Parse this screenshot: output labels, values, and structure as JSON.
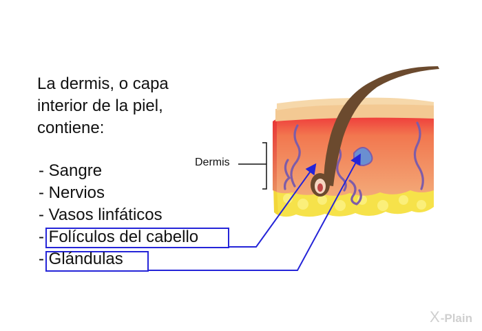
{
  "intro": {
    "line1": "La dermis, o capa",
    "line2": "interior de la piel,",
    "line3": "contiene:"
  },
  "list": {
    "dash": "-",
    "items": [
      "Sangre",
      "Nervios",
      "Vasos linfáticos",
      "Folículos del cabello",
      "Glándulas"
    ]
  },
  "diagram": {
    "dermis_label": "Dermis",
    "colors": {
      "epidermis": "#f3c993",
      "dermis_top": "#ee3b3b",
      "dermis": "#f3a56e",
      "fat": "#f6e24a",
      "hair": "#6b4a2e",
      "vessel": "#7e5ca8",
      "highlight": "#2424d8"
    }
  },
  "brand": {
    "mark": "X",
    "name": "-Plain"
  }
}
